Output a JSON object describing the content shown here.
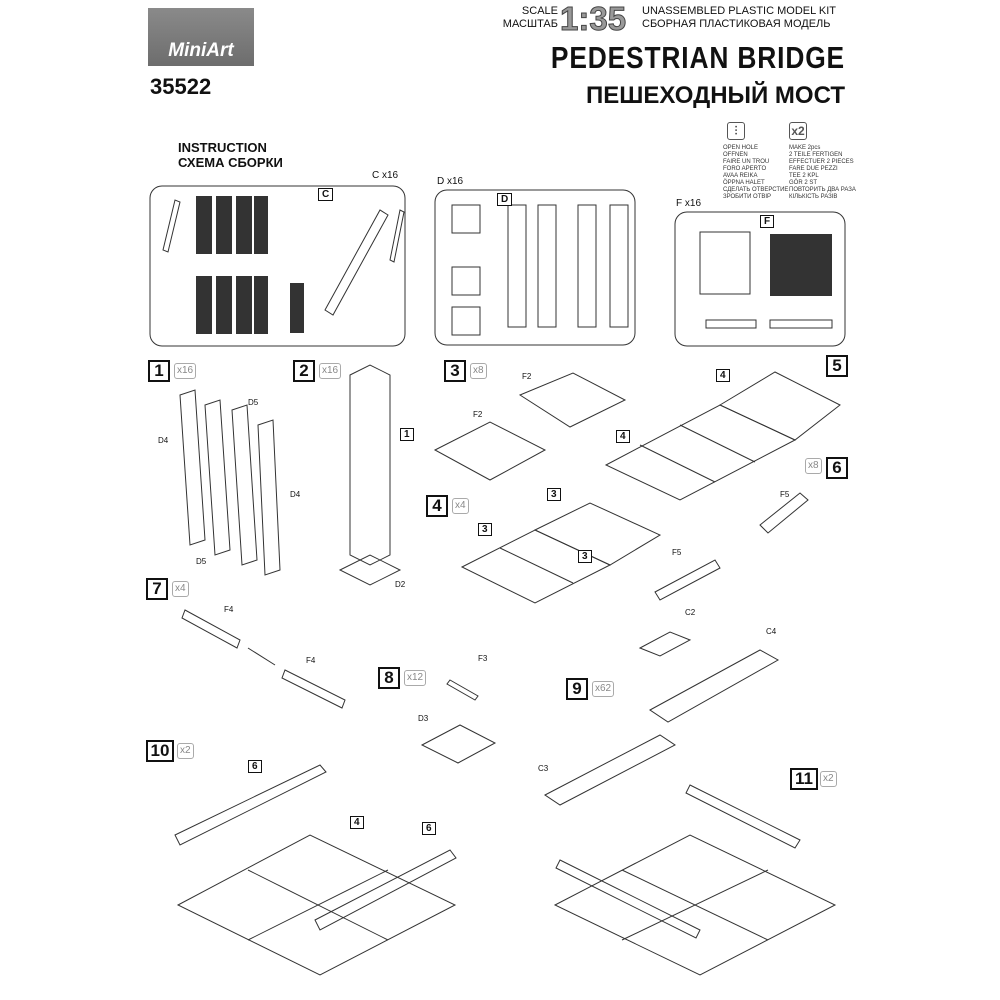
{
  "header": {
    "brand": "MiniArt",
    "kit_number": "35522",
    "scale_label_en": "SCALE",
    "scale_label_ru": "МАСШТАБ",
    "scale": "1:35",
    "kit_type_en": "UNASSEMBLED PLASTIC MODEL KIT",
    "kit_type_ru": "СБОРНАЯ ПЛАСТИКОВАЯ МОДЕЛЬ",
    "title_en": "PEDESTRIAN BRIDGE",
    "title_ru": "ПЕШЕХОДНЫЙ МОСТ"
  },
  "instruction": {
    "en": "INSTRUCTION",
    "ru": "СХЕМА СБОРКИ"
  },
  "legend": {
    "open_hole": [
      "OPEN HOLE",
      "OFFNEN",
      "FAIRE UN TROU",
      "FORO APERTO",
      "AVAA REIKA",
      "ÖPPNA HALET",
      "СДЕЛАТЬ ОТВЕРСТИЕ",
      "ЗРОБИТИ ОТВІР"
    ],
    "make_icon": "x2",
    "make_two": [
      "MAKE 2pcs",
      "2 TEILE FERTIGEN",
      "EFFECTUER 2 PIECES",
      "FARE DUE PEZZI",
      "TEE 2 KPL",
      "GÖR 2 ST",
      "ПОВТОРИТЬ ДВА РАЗА",
      "КІЛЬКІСТЬ РАЗІВ"
    ]
  },
  "sprues": [
    {
      "name": "C",
      "qty": "C x16"
    },
    {
      "name": "D",
      "qty": "D x16"
    },
    {
      "name": "F",
      "qty": "F x16"
    }
  ],
  "steps": [
    {
      "n": "1",
      "mult": "x16",
      "parts": [
        "D5",
        "D4",
        "D4",
        "D5"
      ]
    },
    {
      "n": "2",
      "mult": "x16",
      "parts": [
        "1",
        "D2"
      ]
    },
    {
      "n": "3",
      "mult": "x8",
      "parts": [
        "F2",
        "F2"
      ]
    },
    {
      "n": "4",
      "mult": "x4",
      "parts": [
        "3",
        "3",
        "3"
      ]
    },
    {
      "n": "5",
      "mult": "",
      "parts": [
        "4",
        "4"
      ]
    },
    {
      "n": "6",
      "mult": "x8",
      "parts": [
        "F5",
        "F5"
      ]
    },
    {
      "n": "7",
      "mult": "x4",
      "parts": [
        "F4",
        "F4"
      ]
    },
    {
      "n": "8",
      "mult": "x12",
      "parts": [
        "F3",
        "D3"
      ]
    },
    {
      "n": "9",
      "mult": "x62",
      "parts": [
        "C2",
        "C4",
        "C3"
      ]
    },
    {
      "n": "10",
      "mult": "x2",
      "parts": [
        "6",
        "4",
        "6"
      ]
    },
    {
      "n": "11",
      "mult": "x2",
      "parts": []
    }
  ]
}
